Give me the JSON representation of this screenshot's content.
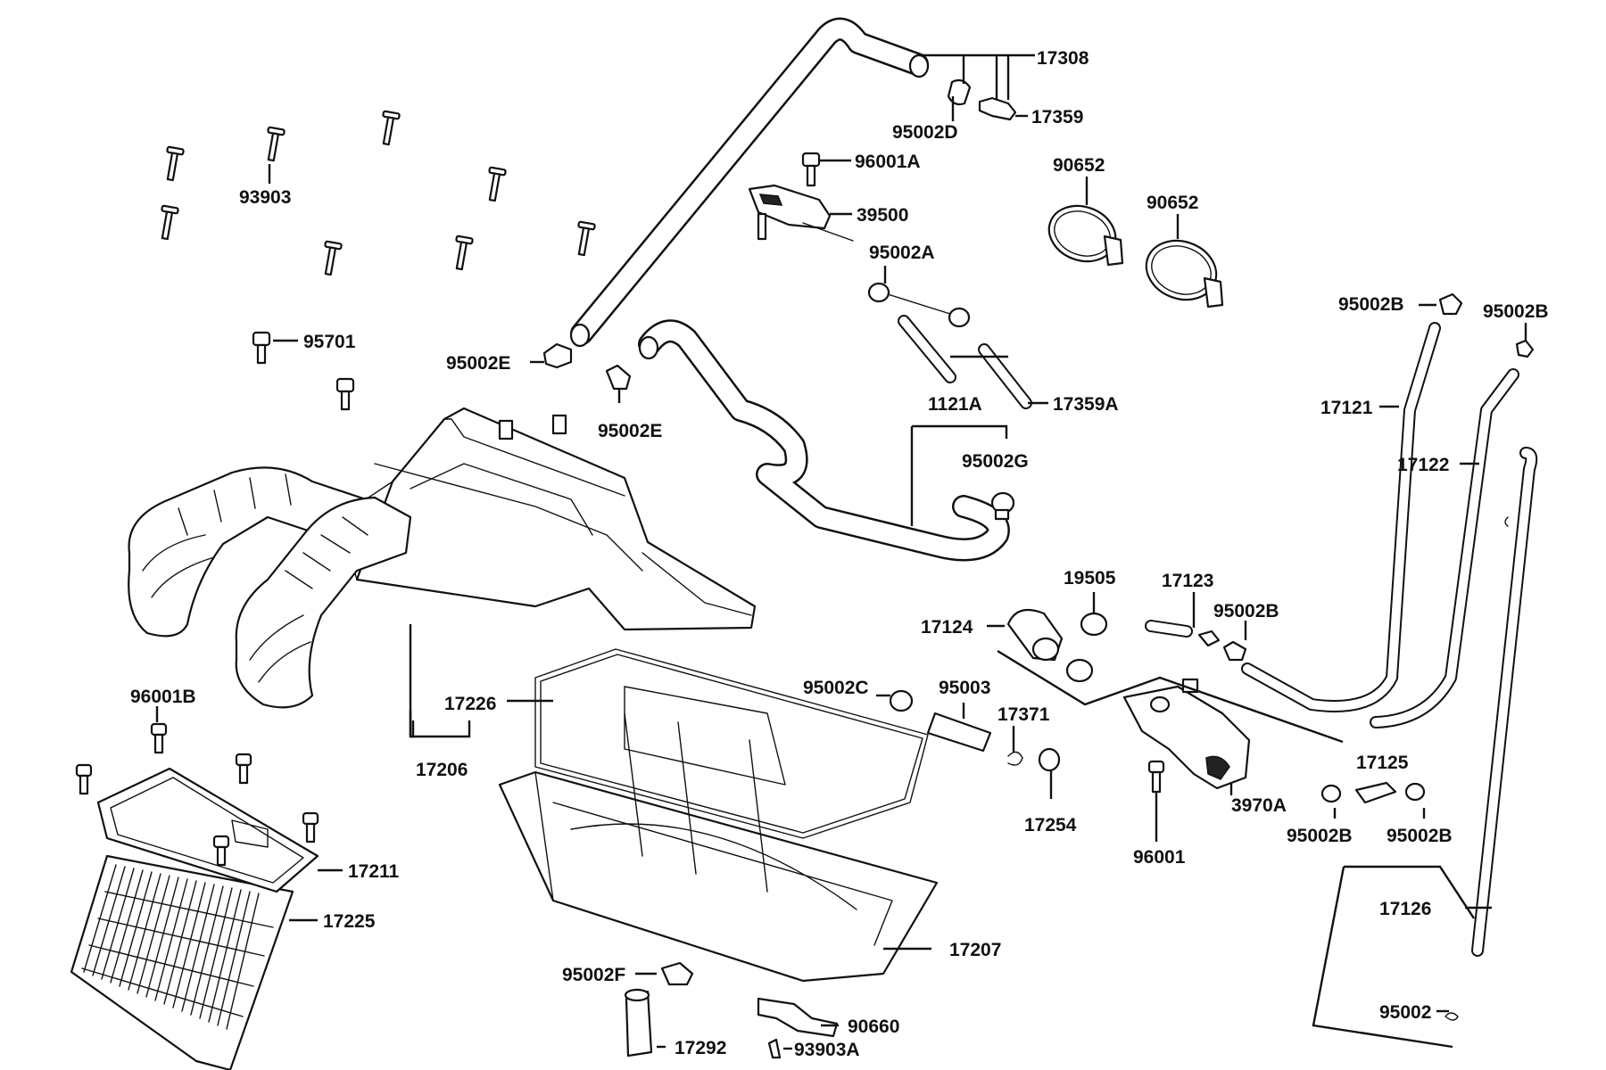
{
  "diagram": {
    "labels": {
      "l17308": "17308",
      "l17359": "17359",
      "l95002D": "95002D",
      "l93903": "93903",
      "l96001A": "96001A",
      "l39500": "39500",
      "l90652a": "90652",
      "l90652b": "90652",
      "l95002A": "95002A",
      "l95002B_top1": "95002B",
      "l95002B_top2": "95002B",
      "l95701": "95701",
      "l95002E_1": "95002E",
      "l95002E_2": "95002E",
      "l17359A": "17359A",
      "l1121A": "1121A",
      "l17121": "17121",
      "l95002G": "95002G",
      "l17122": "17122",
      "l19505": "19505",
      "l17123": "17123",
      "l95002B_mid": "95002B",
      "l17124": "17124",
      "l95002C": "95002C",
      "l95003": "95003",
      "l17226": "17226",
      "l96001B": "96001B",
      "l17371": "17371",
      "l17125": "17125",
      "l17206": "17206",
      "l3970A": "3970A",
      "l17254": "17254",
      "l95002B_low1": "95002B",
      "l95002B_low2": "95002B",
      "l17211": "17211",
      "l96001": "96001",
      "l17126": "17126",
      "l17225": "17225",
      "l17207": "17207",
      "l95002F": "95002F",
      "l90660": "90660",
      "l95002": "95002",
      "l17292": "17292",
      "l93903A": "93903A"
    }
  }
}
